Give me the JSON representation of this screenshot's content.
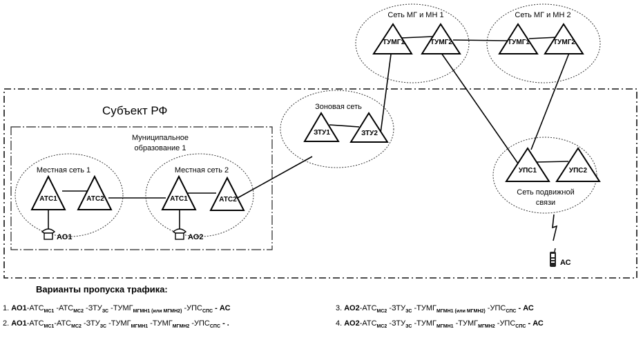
{
  "diagram": {
    "title": "Субъект РФ",
    "municipality_label_line1": "Муниципальное",
    "municipality_label_line2": "образование 1",
    "networks": {
      "local1": {
        "label": "Местная сеть 1",
        "nodes": [
          "АТС1",
          "АТС2"
        ],
        "subscriber": "АО1"
      },
      "local2": {
        "label": "Местная сеть 2",
        "nodes": [
          "АТС1",
          "АТС2"
        ],
        "subscriber": "АО2"
      },
      "zonal": {
        "label": "Зоновая сеть",
        "nodes": [
          "ЗТУ1",
          "ЗТУ2"
        ]
      },
      "mgmn1": {
        "label": "Сеть МГ и МН 1",
        "nodes": [
          "ТУМГ1",
          "ТУМГ2"
        ]
      },
      "mgmn2": {
        "label": "Сеть МГ и МН 2",
        "nodes": [
          "ТУМГ1",
          "ТУМГ2"
        ]
      },
      "mobile": {
        "label_line1": "Сеть подвижной",
        "label_line2": "связи",
        "nodes": [
          "УПС1",
          "УПС2"
        ],
        "subscriber": "АС"
      }
    },
    "links": [
      [
        "local1.АТС1",
        "local1.АТС2"
      ],
      [
        "local1.АТС2",
        "local2.АТС1"
      ],
      [
        "local2.АТС1",
        "local2.АТС2"
      ],
      [
        "local2.АТС2",
        "zonal.ЗТУ1"
      ],
      [
        "zonal.ЗТУ1",
        "zonal.ЗТУ2"
      ],
      [
        "zonal.ЗТУ2",
        "mgmn1.ТУМГ1"
      ],
      [
        "mgmn1.ТУМГ1",
        "mgmn1.ТУМГ2"
      ],
      [
        "mgmn1.ТУМГ2",
        "mgmn2.ТУМГ1"
      ],
      [
        "mgmn2.ТУМГ1",
        "mgmn2.ТУМГ2"
      ],
      [
        "mgmn1.ТУМГ2",
        "mobile.УПС1"
      ],
      [
        "mgmn2.ТУМГ2",
        "mobile.УПС1"
      ],
      [
        "mobile.УПС1",
        "mobile.УПС2"
      ],
      [
        "local1.АТС1",
        "local1.АО1"
      ],
      [
        "local2.АТС1",
        "local2.АО2"
      ],
      [
        "mobile",
        "АС (radio)"
      ]
    ]
  },
  "routes": {
    "title": "Варианты пропуска трафика:",
    "items": [
      {
        "num": "1.",
        "start": "АО1",
        "parts": [
          [
            "-АТС",
            "МС1"
          ],
          [
            " -АТС",
            "МС2"
          ],
          [
            " -ЗТУ",
            "ЗС"
          ],
          [
            "  -ТУМГ",
            "МГМН1 (или МГМН2)"
          ],
          [
            " -УПС",
            "СПС"
          ]
        ],
        "end": " - АС"
      },
      {
        "num": "2.",
        "start": "АО1",
        "parts": [
          [
            "-АТС",
            "МС1"
          ],
          [
            "-АТС",
            "МС2"
          ],
          [
            " -ЗТУ",
            "ЗС"
          ],
          [
            " -ТУМГ",
            "МГМН1"
          ],
          [
            " -ТУМГ",
            "МГМН2"
          ],
          [
            " -УПС",
            "СПС"
          ]
        ],
        "end": " - ."
      },
      {
        "num": "3.",
        "start": "АО2",
        "parts": [
          [
            "-АТС",
            "МС2"
          ],
          [
            " -ЗТУ",
            "ЗС"
          ],
          [
            " -ТУМГ",
            "МГМН1 (или МГМН2)"
          ],
          [
            " -УПС",
            "СПС"
          ]
        ],
        "end": " - АС"
      },
      {
        "num": "4.",
        "start": "АО2",
        "parts": [
          [
            "-АТС",
            "МС2"
          ],
          [
            " -ЗТУ",
            "ЗС"
          ],
          [
            " -ТУМГ",
            "МГМН1"
          ],
          [
            " -ТУМГ",
            "МГМН2"
          ],
          [
            " -УПС",
            "СПС"
          ]
        ],
        "end": " - АС"
      }
    ]
  }
}
